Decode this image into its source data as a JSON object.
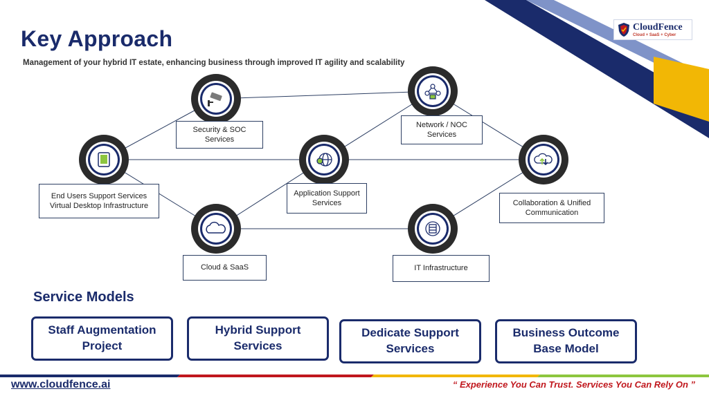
{
  "header": {
    "title": "Key Approach",
    "subtitle": "Management of your hybrid IT estate, enhancing business through improved IT agility and scalability"
  },
  "logo": {
    "name": "CloudFence",
    "tagline": "Cloud + SaaS + Cyber"
  },
  "diagram": {
    "nodes": [
      {
        "id": "security",
        "label": "Security & SOC Services",
        "icon": "cctv-camera-icon"
      },
      {
        "id": "network",
        "label": "Network / NOC Services",
        "icon": "network-nodes-icon"
      },
      {
        "id": "enduser",
        "label": "End Users Support Services Virtual Desktop Infrastructure",
        "icon": "tablet-icon"
      },
      {
        "id": "application",
        "label": "Application Support Services",
        "icon": "globe-gear-icon"
      },
      {
        "id": "collab",
        "label": "Collaboration & Unified Communication",
        "icon": "cloud-sync-icon"
      },
      {
        "id": "cloud",
        "label": "Cloud & SaaS",
        "icon": "cloud-icon"
      },
      {
        "id": "infra",
        "label": "IT Infrastructure",
        "icon": "server-cycle-icon"
      }
    ]
  },
  "service_models": {
    "title": "Service Models",
    "items": [
      {
        "label": "Staff Augmentation Project"
      },
      {
        "label": "Hybrid Support Services"
      },
      {
        "label": "Dedicate Support Services"
      },
      {
        "label": "Business Outcome Base Model"
      }
    ]
  },
  "footer": {
    "url": "www.cloudfence.ai",
    "quote": "“ Experience You Can Trust. Services You Can Rely On ”"
  },
  "colors": {
    "navy": "#1a2b6b",
    "gold": "#f2b705",
    "red": "#c0171d",
    "green": "#8dc63f",
    "dark": "#2b2b2b"
  }
}
